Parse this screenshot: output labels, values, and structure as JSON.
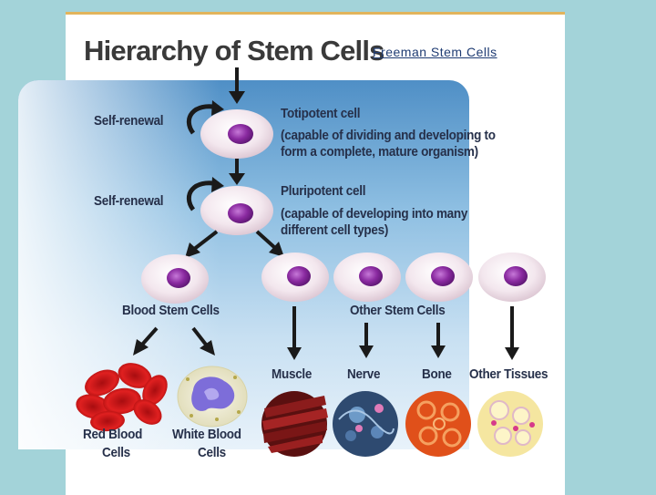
{
  "title": "Hierarchy of Stem Cells",
  "credit_link": "Freeman Stem Cells",
  "labels": {
    "self_renewal_1": "Self-renewal",
    "self_renewal_2": "Self-renewal",
    "totipotent": "Totipotent cell",
    "totipotent_desc_1": "(capable of dividing and developing to",
    "totipotent_desc_2": "form a complete, mature organism)",
    "pluripotent": "Pluripotent cell",
    "pluripotent_desc_1": "(capable of developing into many",
    "pluripotent_desc_2": "different cell types)",
    "blood_stem_cells": "Blood Stem Cells",
    "other_stem_cells": "Other Stem Cells",
    "muscle": "Muscle",
    "nerve": "Nerve",
    "bone": "Bone",
    "other_tissues": "Other Tissues",
    "red_blood_1": "Red Blood",
    "red_blood_2": "Cells",
    "white_blood_1": "White Blood",
    "white_blood_2": "Cells"
  },
  "colors": {
    "background": "#a3d3d9",
    "panel_top": "#4f8fc6",
    "cell_body": "#f2e6ec",
    "nucleus": "#8a2aa0",
    "credit_link": "#1f3c73"
  }
}
